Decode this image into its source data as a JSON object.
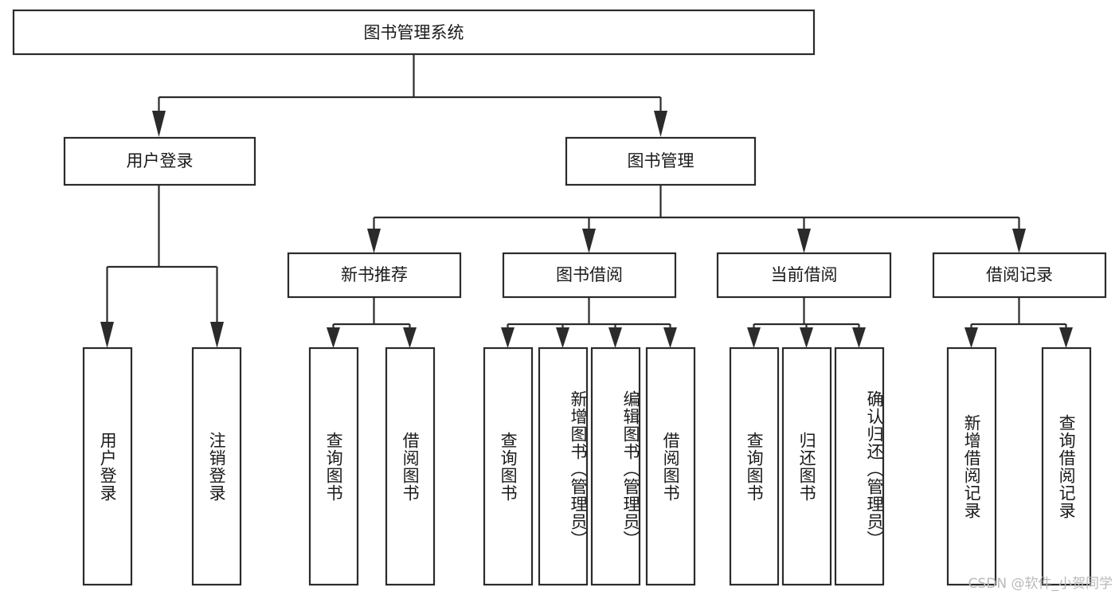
{
  "diagram": {
    "type": "tree-hierarchy",
    "title": "图书管理系统",
    "root": {
      "label": "图书管理系统"
    },
    "level2": [
      {
        "label": "用户登录"
      },
      {
        "label": "图书管理"
      }
    ],
    "level3": [
      {
        "label": "新书推荐"
      },
      {
        "label": "图书借阅"
      },
      {
        "label": "当前借阅"
      },
      {
        "label": "借阅记录"
      }
    ],
    "leaves_user_login": [
      {
        "label": "用户登录"
      },
      {
        "label": "注销登录"
      }
    ],
    "leaves_new_book": [
      {
        "label": "查询图书"
      },
      {
        "label": "借阅图书"
      }
    ],
    "leaves_borrow": [
      {
        "label": "查询图书"
      },
      {
        "label": "新增图书（管理员）"
      },
      {
        "label": "编辑图书（管理员）"
      },
      {
        "label": "借阅图书"
      }
    ],
    "leaves_current": [
      {
        "label": "查询图书"
      },
      {
        "label": "归还图书"
      },
      {
        "label": "确认归还（管理员）"
      }
    ],
    "leaves_records": [
      {
        "label": "新增借阅记录"
      },
      {
        "label": "查询借阅记录"
      }
    ]
  },
  "watermark": {
    "text": "CSDN @软件_小贺同学"
  },
  "colors": {
    "stroke": "#2b2b2b",
    "fill": "#ffffff",
    "text": "#1a1a1a",
    "watermark": "#b9b9b9"
  }
}
